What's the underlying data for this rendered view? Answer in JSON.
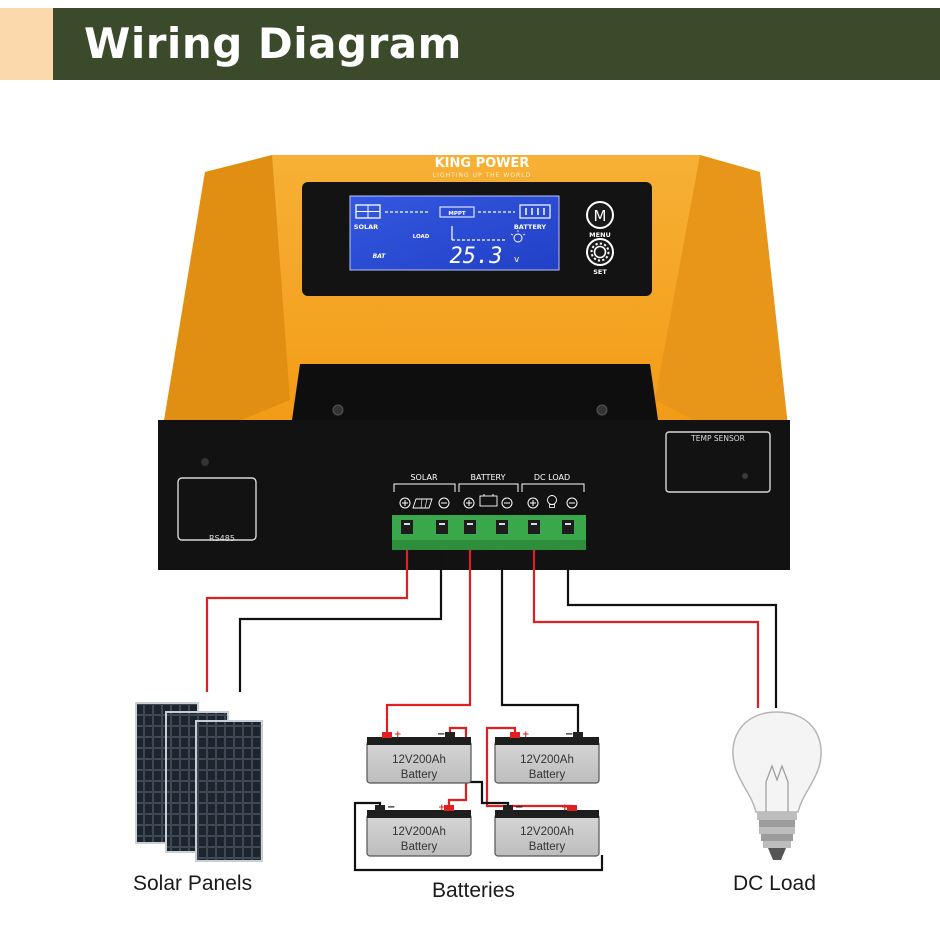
{
  "header": {
    "title": "Wiring Diagram"
  },
  "controller": {
    "brand": "KING POWER",
    "tagline": "LIGHTING UP THE WORLD",
    "lcd": {
      "solar_label": "SOLAR",
      "battery_label": "BATTERY",
      "load_label": "LOAD",
      "bat_label": "BAT",
      "mppt_label": "MPPT",
      "reading": "25.3",
      "unit": "v"
    },
    "menu_button": {
      "icon_letter": "M",
      "label": "MENU"
    },
    "set_button": {
      "label": "SET"
    },
    "rs485_label": "RS485",
    "temp_sensor_label": "TEMP SENSOR",
    "terminal_groups": [
      "SOLAR",
      "BATTERY",
      "DC LOAD"
    ]
  },
  "batteries": [
    {
      "capacity": "12V200Ah",
      "label": "Battery"
    },
    {
      "capacity": "12V200Ah",
      "label": "Battery"
    },
    {
      "capacity": "12V200Ah",
      "label": "Battery"
    },
    {
      "capacity": "12V200Ah",
      "label": "Battery"
    }
  ],
  "captions": {
    "solar": "Solar Panels",
    "batteries": "Batteries",
    "load": "DC Load"
  },
  "colors": {
    "header_bg": "#3c4a2c",
    "header_accent": "#fbd9ad",
    "controller_orange": "#f5a623",
    "controller_black": "#111111",
    "lcd_blue": "#2b4fd8",
    "terminal_green": "#3aa84a",
    "positive_wire": "#e02020",
    "negative_wire": "#111111"
  }
}
